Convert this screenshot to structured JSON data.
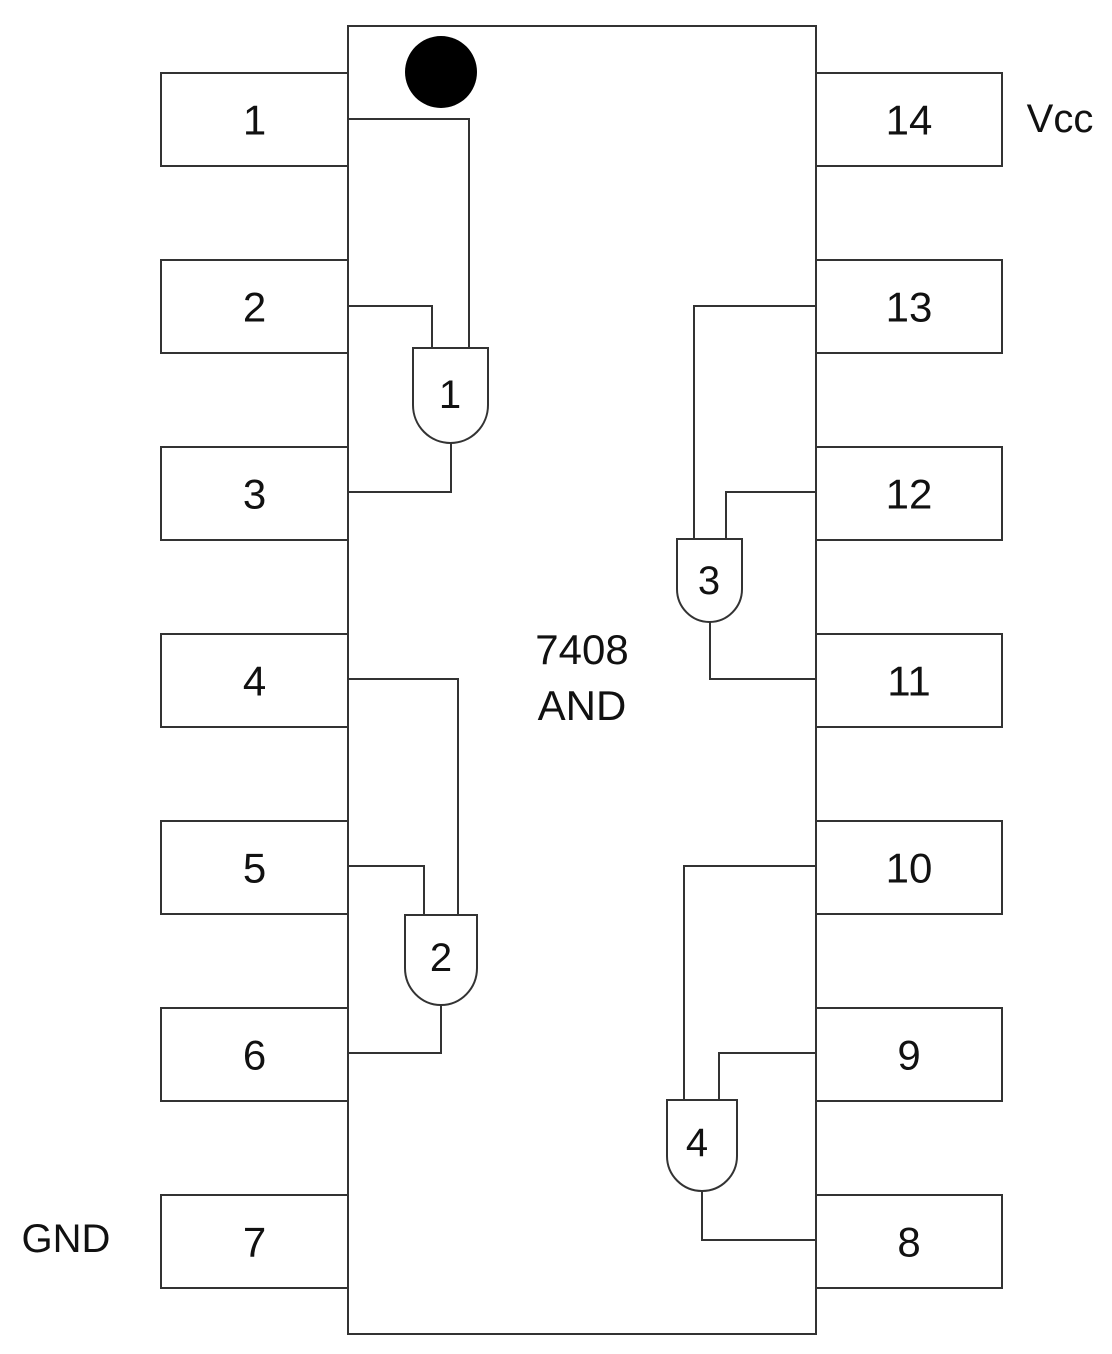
{
  "chip": {
    "part_number": "7408",
    "function": "AND",
    "orientation_mark": "pin-1-dot"
  },
  "power_labels": {
    "vcc": "Vcc",
    "gnd": "GND"
  },
  "pins_left": [
    {
      "number": "1"
    },
    {
      "number": "2"
    },
    {
      "number": "3"
    },
    {
      "number": "4"
    },
    {
      "number": "5"
    },
    {
      "number": "6"
    },
    {
      "number": "7"
    }
  ],
  "pins_right": [
    {
      "number": "14"
    },
    {
      "number": "13"
    },
    {
      "number": "12"
    },
    {
      "number": "11"
    },
    {
      "number": "10"
    },
    {
      "number": "9"
    },
    {
      "number": "8"
    }
  ],
  "gates": [
    {
      "label": "1",
      "inputs": [
        "1",
        "2"
      ],
      "output": "3"
    },
    {
      "label": "2",
      "inputs": [
        "4",
        "5"
      ],
      "output": "6"
    },
    {
      "label": "3",
      "inputs": [
        "13",
        "12"
      ],
      "output": "11"
    },
    {
      "label": "4",
      "inputs": [
        "10",
        "9"
      ],
      "output": "8"
    }
  ],
  "colors": {
    "stroke": "#333333",
    "text": "#111111",
    "background": "#ffffff"
  }
}
